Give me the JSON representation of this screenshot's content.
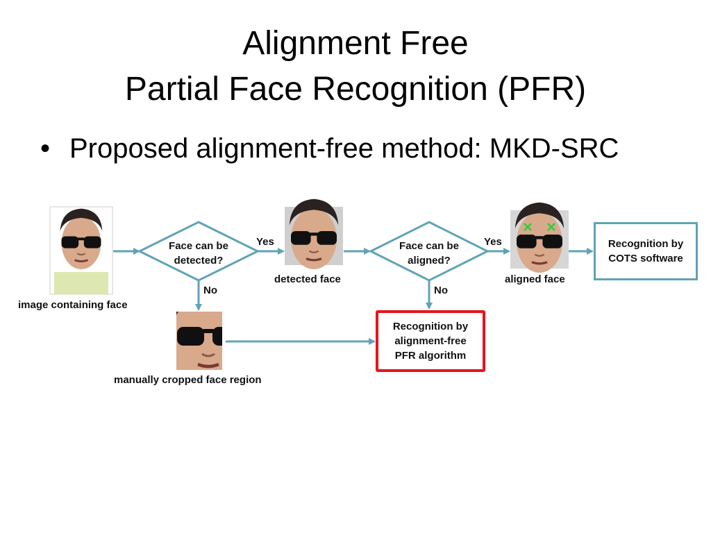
{
  "slide": {
    "title_line1": "Alignment Free",
    "title_line2": "Partial Face Recognition (PFR)",
    "bullet": "Proposed alignment-free method: MKD-SRC"
  },
  "diagram": {
    "decision_detect": {
      "line1": "Face can be",
      "line2": "detected?"
    },
    "decision_align": {
      "line1": "Face can be",
      "line2": "aligned?"
    },
    "yes_label_1": "Yes",
    "yes_label_2": "Yes",
    "no_label_1": "No",
    "no_label_2": "No",
    "caption_input": "image containing face",
    "caption_detected": "detected face",
    "caption_aligned": "aligned face",
    "caption_cropped": "manually cropped face region",
    "box_cots": {
      "line1": "Recognition by",
      "line2": "COTS software"
    },
    "box_pfr": {
      "line1": "Recognition by",
      "line2": "alignment-free",
      "line3": "PFR algorithm"
    }
  },
  "colors": {
    "flow_line": "#5fa3b6",
    "highlight_border": "#e8141b",
    "landmark": "#2ecc40"
  }
}
